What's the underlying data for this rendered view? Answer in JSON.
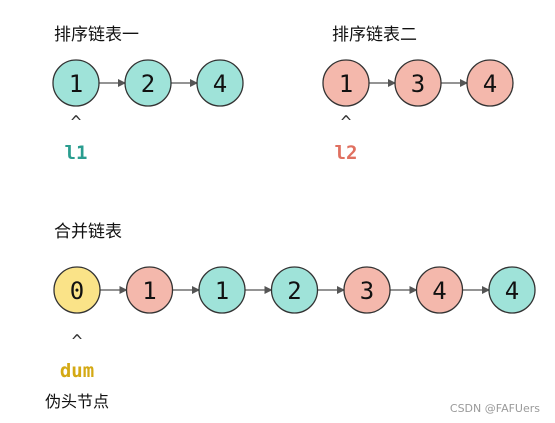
{
  "colors": {
    "list1_fill": "#9fe3d9",
    "list2_fill": "#f4b8ac",
    "dummy_fill": "#fae388",
    "stroke": "#333333",
    "arrow": "#555555",
    "l1_label": "#2a9d8f",
    "l2_label": "#e07060",
    "dum_label": "#d4a914"
  },
  "list1": {
    "title": "排序链表一",
    "nodes": [
      {
        "value": "1",
        "source": "list1"
      },
      {
        "value": "2",
        "source": "list1"
      },
      {
        "value": "4",
        "source": "list1"
      }
    ],
    "pointer": {
      "caret": "^",
      "label": "l1",
      "target_index": 0
    }
  },
  "list2": {
    "title": "排序链表二",
    "nodes": [
      {
        "value": "1",
        "source": "list2"
      },
      {
        "value": "3",
        "source": "list2"
      },
      {
        "value": "4",
        "source": "list2"
      }
    ],
    "pointer": {
      "caret": "^",
      "label": "l2",
      "target_index": 0
    }
  },
  "merged": {
    "title": "合并链表",
    "nodes": [
      {
        "value": "0",
        "source": "dummy"
      },
      {
        "value": "1",
        "source": "list2"
      },
      {
        "value": "1",
        "source": "list1"
      },
      {
        "value": "2",
        "source": "list1"
      },
      {
        "value": "3",
        "source": "list2"
      },
      {
        "value": "4",
        "source": "list2"
      },
      {
        "value": "4",
        "source": "list1"
      }
    ],
    "pointer": {
      "caret": "^",
      "label": "dum",
      "target_index": 0
    },
    "pointer_note": "伪头节点"
  },
  "watermark": "CSDN @FAFUers"
}
